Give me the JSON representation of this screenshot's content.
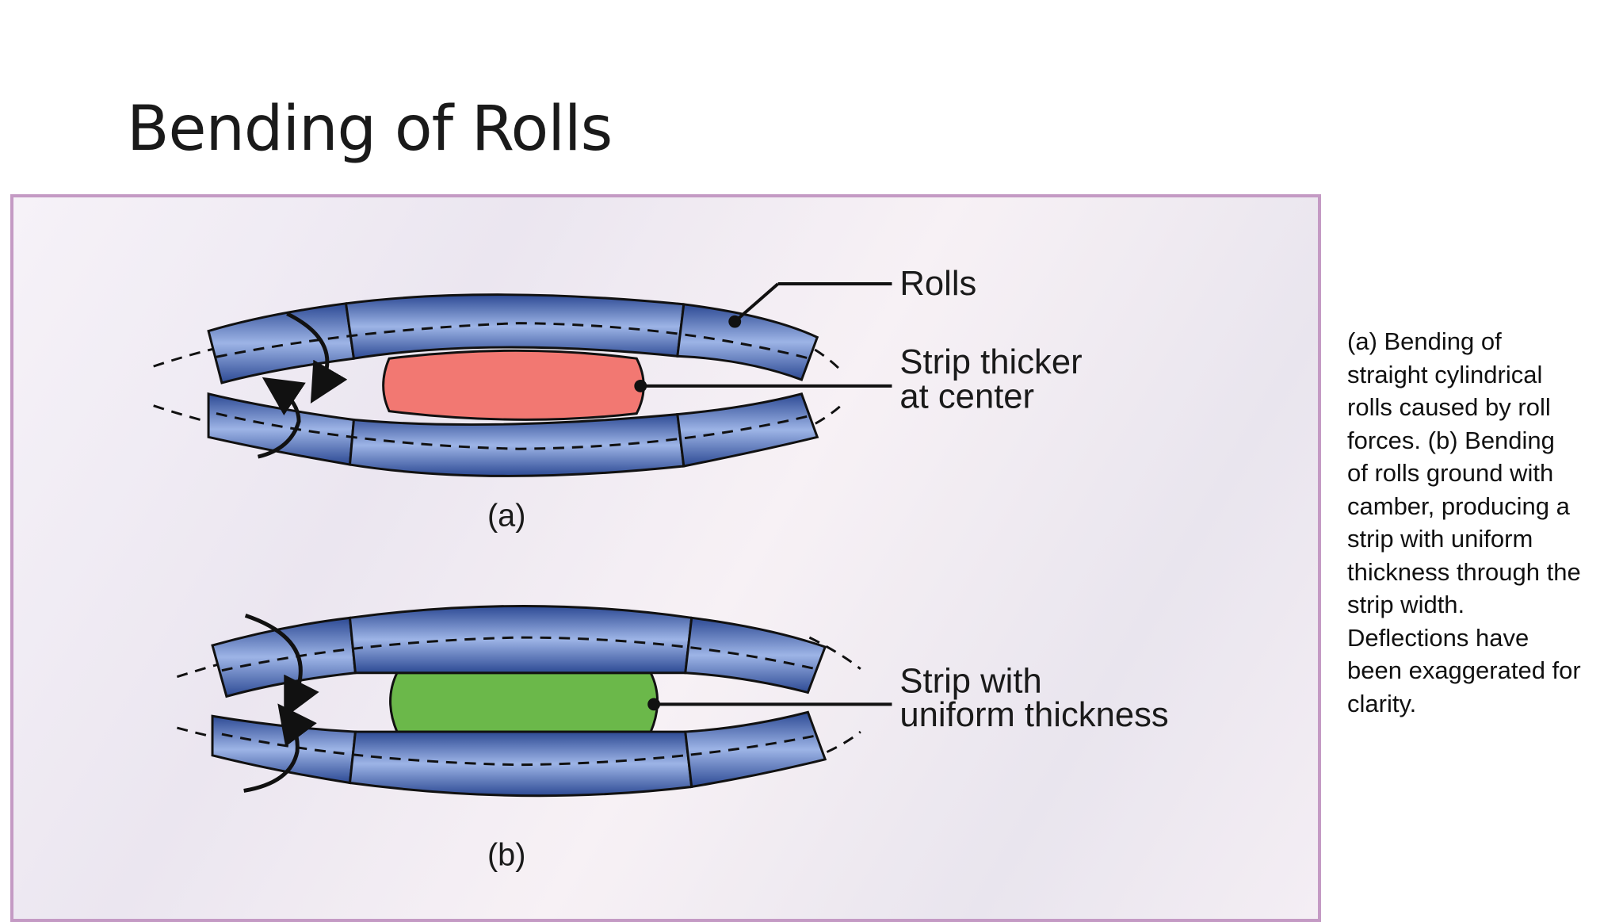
{
  "slide": {
    "title": "Bending of Rolls"
  },
  "figure": {
    "labels": {
      "rolls": "Rolls",
      "strip_a_line1": "Strip thicker",
      "strip_a_line2": "at center",
      "strip_b_line1": "Strip with",
      "strip_b_line2": "uniform thickness",
      "sub_a": "(a)",
      "sub_b": "(b)"
    },
    "colors": {
      "roll": "#3d62b0",
      "strip_a": "#f27872",
      "strip_b": "#6bb84a",
      "frame": "#c49ac4"
    }
  },
  "caption": {
    "text": "(a)  Bending of\nstraight cylindrical\nrolls caused by roll\nforces.  (b)  Bending\nof rolls ground with\ncamber, producing a\nstrip with uniform\nthickness through the\nstrip width.\nDeflections have\nbeen exaggerated for\nclarity."
  }
}
